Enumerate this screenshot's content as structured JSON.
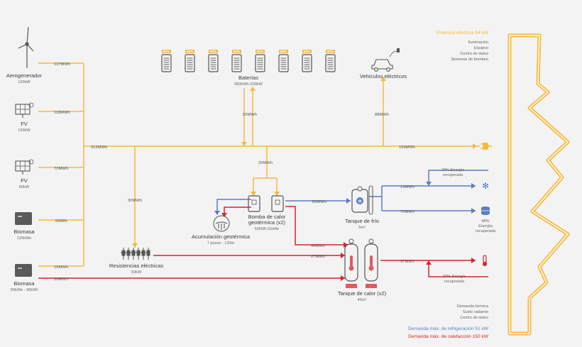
{
  "colors": {
    "electric": "#f5b93e",
    "cold": "#5b7cc2",
    "heat": "#d4242a",
    "equipment": "#555555",
    "battery_badge": "#f5b93e",
    "heat_badge": "#e05a5e"
  },
  "sources": [
    {
      "name": "Aerogenerador",
      "rating": "100kW",
      "flow": "107MWh",
      "icon": "wind-turbine-icon"
    },
    {
      "name": "FV",
      "rating": "100kW",
      "flow": "118MWh",
      "icon": "solar-panel-icon"
    },
    {
      "name": "FV",
      "rating": "60kW",
      "flow": "72MWh",
      "icon": "solar-panel-icon"
    },
    {
      "name": "Biomasa",
      "rating": "125kWe",
      "flow": "0MWh",
      "icon": "biomass-boiler-icon"
    },
    {
      "name": "",
      "rating": "",
      "flow": "15MWh",
      "icon": ""
    },
    {
      "name": "Biomasa",
      "rating": "50kWe - 90kWt",
      "flow": "26MWh",
      "icon": "biomass-boiler-icon"
    }
  ],
  "bus_total": "312MWh",
  "batteries": {
    "name": "Baterías",
    "rating": "960kWh-200kW",
    "flow": "59MWh",
    "badge": "80%",
    "count": 8
  },
  "ev": {
    "name": "Vehículos eléctricos",
    "flow": "88MWh",
    "icon": "electric-car-icon"
  },
  "electric_demand": {
    "flow": "169MWh",
    "icon": "plug-icon"
  },
  "heat_pump": {
    "name": "Bomba de calor",
    "name2": "geotérmica (x2)",
    "rating": "52kWt-11kWe",
    "flow_in": "25MWh"
  },
  "geothermal": {
    "name": "Acumulación geotérmica",
    "rating": "7 pozos - 130m",
    "icon": "geothermal-icon"
  },
  "resistances": {
    "name": "Resistencias eléctricas",
    "rating": "50kW",
    "flow": "30MWh",
    "icon": "resistor-icon"
  },
  "cold_tank": {
    "name": "Tanque de frío",
    "rating": "5m³",
    "flow_in": "83MWh",
    "icon": "snowflake-icon"
  },
  "cold_outputs": [
    {
      "flow": "13MWh",
      "icon": "snowflake-icon"
    },
    {
      "flow": "70MWh",
      "icon": "cold-storage-icon",
      "note1": "48%",
      "note2": "Energía",
      "note3": "recuperada"
    }
  ],
  "cold_recovered": {
    "line1": "20% Energía",
    "line2": "recuperada"
  },
  "heat_tank": {
    "name": "Tanque de calor (x2)",
    "rating": "40m³",
    "flow_hp": "44MWh",
    "flow_res": "27MWh",
    "flow_out": "97MWh"
  },
  "heat_recovered": {
    "line1": "20% Energía",
    "line2": "recuperada",
    "icon": "thermometer-icon"
  },
  "right_panel": {
    "power_title": "Potencia eléctrica 84 kW",
    "power_items": [
      "Iluminación",
      "Equipos",
      "Centro de datos",
      "Sistemas de bombeo"
    ],
    "thermal_title": "Demanda térmica",
    "thermal_items": [
      "Suelo radiante",
      "Centro de datos"
    ],
    "max_cold": "Demanda máx. de refrigeración 51 kW",
    "max_heat": "Demanda máx. de calefacción 150 kW"
  }
}
